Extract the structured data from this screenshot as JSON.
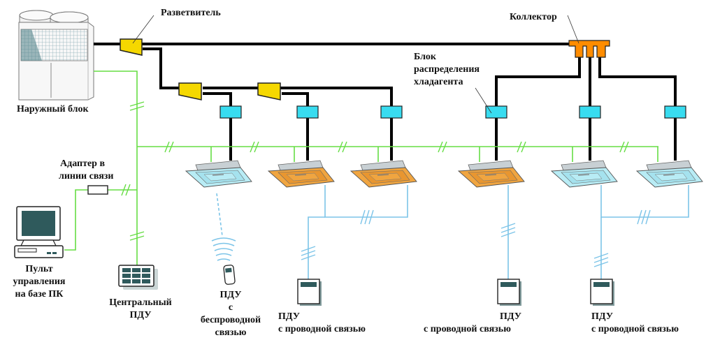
{
  "diagram": {
    "title": "VRF system schematic",
    "colors": {
      "refrigerant_pipe": "#000000",
      "communication_line": "#66dd44",
      "remote_line": "#7cc4e8",
      "splitter": "#f5d800",
      "collector": "#ff8c00",
      "distribution_block": "#38dcf0",
      "indoor_unit_cool": "#b8ecf5",
      "indoor_unit_warm": "#f0a540",
      "screen": "#2f5a5c"
    },
    "labels": {
      "splitter": "Разветвитель",
      "collector": "Коллектор",
      "outdoor_unit": "Наружный блок",
      "distribution_block_line1": "Блок",
      "distribution_block_line2": "распределения",
      "distribution_block_line3": "хладагента",
      "adapter_line1": "Адаптер в",
      "adapter_line2": "линии связи",
      "pc_line1": "Пульт",
      "pc_line2": "управления",
      "pc_line3": "на базе ПК",
      "central_line1": "Центральный",
      "central_line2": "ПДУ",
      "wireless_line1": "ПДУ",
      "wireless_line2": "с",
      "wireless_line3": "беспроводной",
      "wireless_line4": "связью",
      "wired1_line1": "ПДУ",
      "wired1_line2": "с проводной связью",
      "wired2_line1": "ПДУ",
      "wired2_line2": "с проводной связью",
      "wired3_line1": "ПДУ",
      "wired3_line2": "с проводной связью"
    },
    "indoor_units": [
      {
        "id": 1,
        "state": "cool"
      },
      {
        "id": 2,
        "state": "warm"
      },
      {
        "id": 3,
        "state": "warm"
      },
      {
        "id": 4,
        "state": "warm"
      },
      {
        "id": 5,
        "state": "cool"
      },
      {
        "id": 6,
        "state": "cool"
      }
    ]
  }
}
